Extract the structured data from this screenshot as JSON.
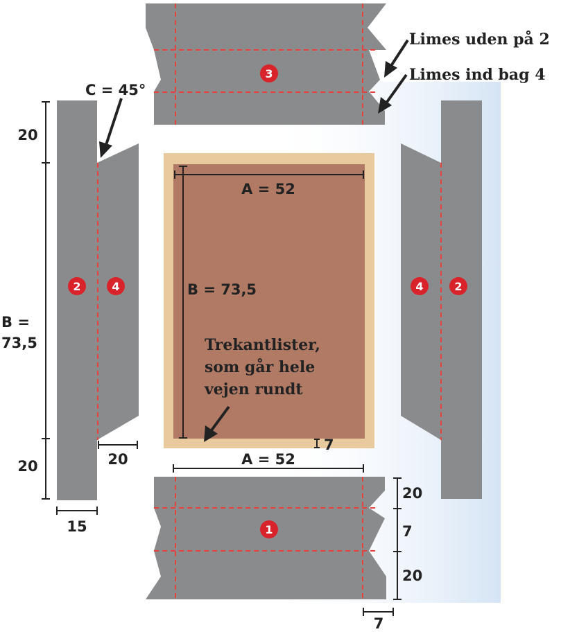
{
  "colors": {
    "panel": "#8a8b8d",
    "board": "#b07a65",
    "frame": "#e9c99e",
    "fold_line": "#e8423c",
    "badge": "#d9232b",
    "backdrop": "#d5e4f5",
    "ink": "#222222"
  },
  "parts": {
    "p1": "1",
    "p2": "2",
    "p3": "3",
    "p4": "4"
  },
  "labels": {
    "limes_uden": "Limes uden på 2",
    "limes_ind": "Limes ind bag 4",
    "angle": "C = 45°",
    "trekant_line1": "Trekantlister,",
    "trekant_line2": "som går hele",
    "trekant_line3": "vejen rundt"
  },
  "dims": {
    "a_inner": "A = 52",
    "b_inner": "B = 73,5",
    "a_bottom": "A = 52",
    "b_left_line1": "B =",
    "b_left_line2": "73,5",
    "left_top_20": "20",
    "left_bottom_20": "20",
    "left_width_15": "15",
    "flap_width_20": "20",
    "frame_7": "7",
    "bottom_right_20a": "20",
    "bottom_right_7": "7",
    "bottom_right_20b": "20",
    "bottom_width_7": "7"
  }
}
